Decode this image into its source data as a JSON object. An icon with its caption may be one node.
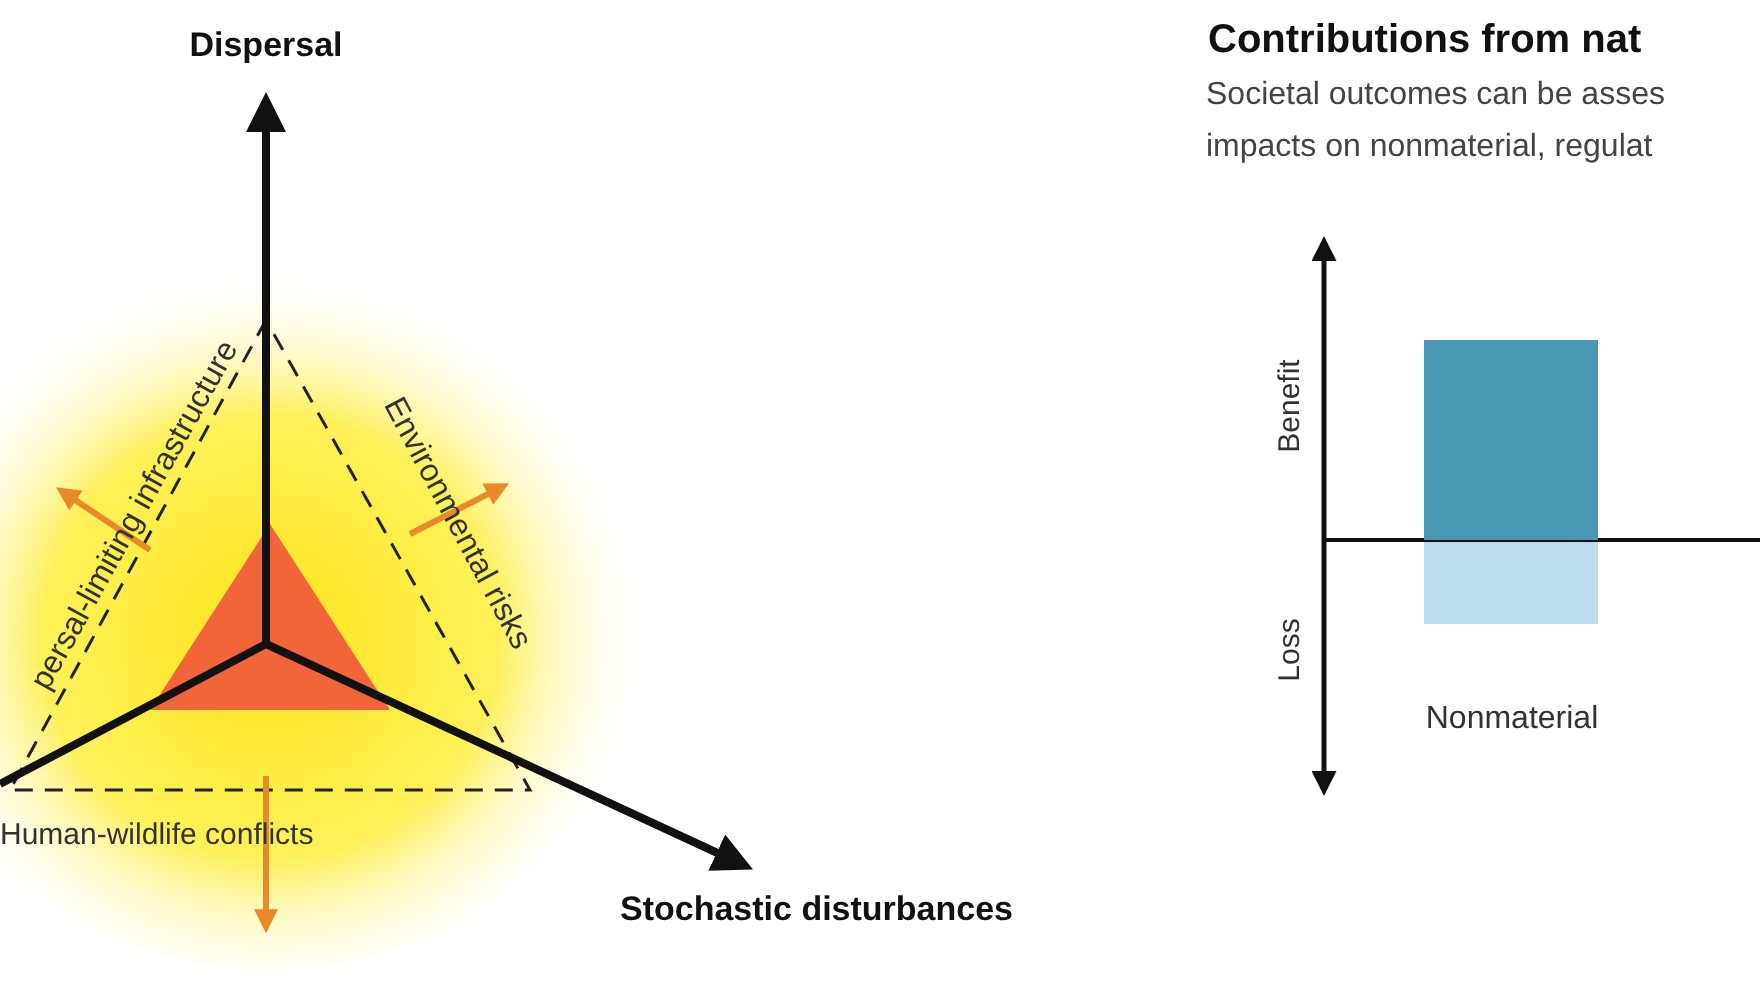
{
  "diagram": {
    "nodes": [
      {
        "text": [],
        "shape": "triangle"
      },
      {
        "text": [],
        "shape": "bar"
      },
      {
        "text": [],
        "shape": "bar"
      }
    ],
    "labels": [
      "Dispersal",
      "persal-limiting infrastructure",
      "Environmental risks",
      "Human-wildlife conflicts",
      "Stochastic disturbances",
      "Contributions from nat",
      "Societal outcomes can be asses",
      "impacts on nonmaterial, regulat",
      "Benefit",
      "Loss",
      "Nonmaterial"
    ]
  }
}
